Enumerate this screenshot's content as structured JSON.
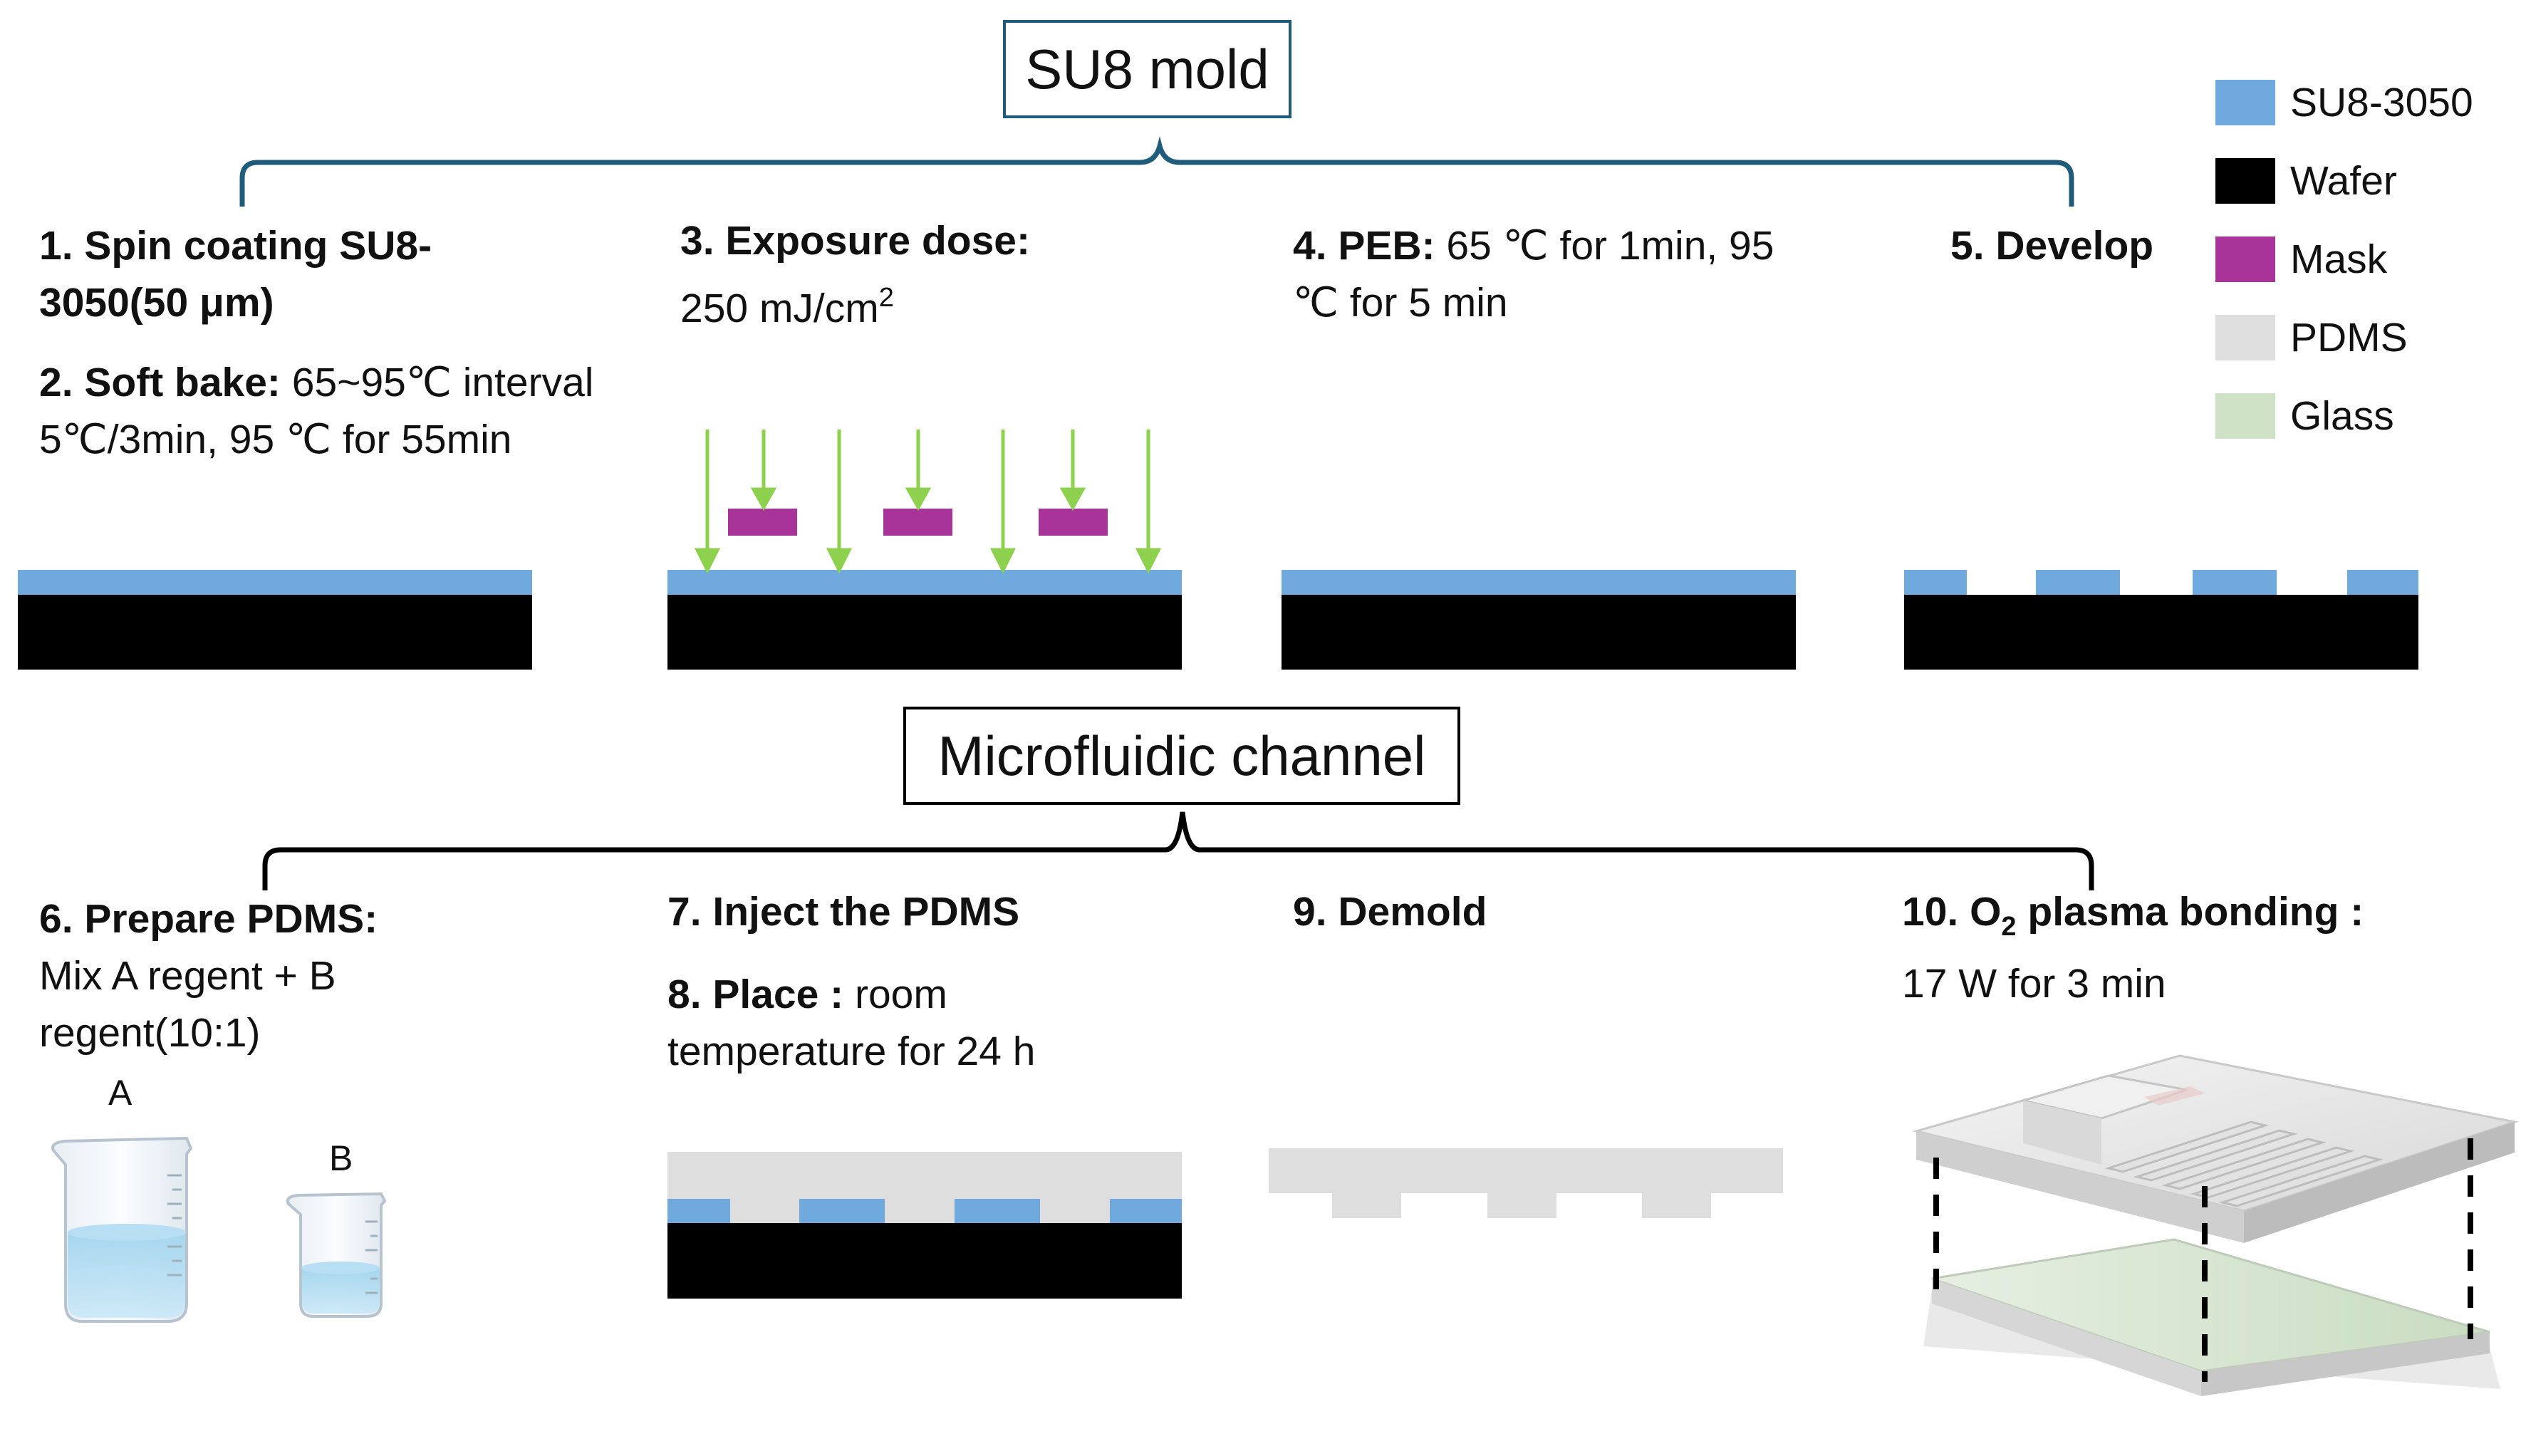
{
  "colors": {
    "su8": "#6fa9de",
    "wafer": "#000000",
    "mask": "#a8349a",
    "pdms": "#dedede",
    "glass": "#cfe2c6",
    "brace_top": "#1f5b7b",
    "brace_bottom": "#000000",
    "arrow": "#8dd14f"
  },
  "sections": {
    "mold_title": "SU8 mold",
    "channel_title": "Microfluidic channel"
  },
  "legend": [
    {
      "label": "SU8-3050",
      "color": "#6fa9de"
    },
    {
      "label": "Wafer",
      "color": "#000000"
    },
    {
      "label": "Mask",
      "color": "#a8349a"
    },
    {
      "label": "PDMS",
      "color": "#dedede"
    },
    {
      "label": "Glass",
      "color": "#cfe2c6"
    }
  ],
  "steps": {
    "s1_bold": "1. Spin coating SU8-3050(50 μm)",
    "s2_bold": "2. Soft bake:",
    "s2_text": " 65~95℃ interval 5℃/3min, 95 ℃ for 55min",
    "s3_bold": "3. Exposure dose:",
    "s3_text": "250 mJ/cm",
    "s3_sup": "2",
    "s4_bold": "4. PEB:",
    "s4_text": " 65 ℃ for 1min, 95 ℃ for 5 min",
    "s5_bold": "5. Develop",
    "s6_bold": "6. Prepare PDMS:",
    "s6_text": "Mix A regent + B regent(10:1)",
    "s7_bold": "7. Inject the PDMS",
    "s8_bold": "8. Place :",
    "s8_text": " room temperature for 24 h",
    "s9_bold": "9. Demold",
    "s10_bold_a": "10. O",
    "s10_sub": "2",
    "s10_bold_b": " plasma bonding :",
    "s10_text": "17 W for 3 min"
  },
  "beakers": {
    "a_label": "A",
    "b_label": "B"
  }
}
